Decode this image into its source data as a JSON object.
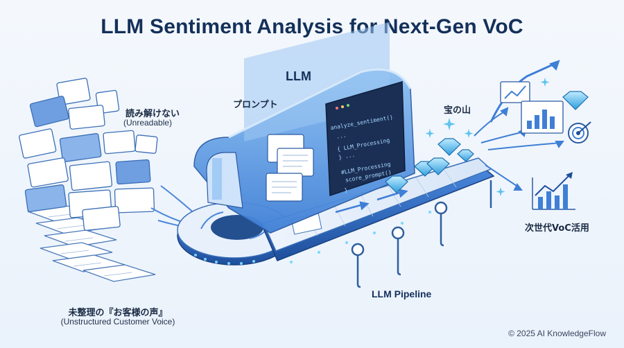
{
  "title": "LLM Sentiment Analysis for Next-Gen VoC",
  "labels": {
    "unreadable_jp": "読み解けない",
    "unreadable_en": "(Unreadable)",
    "prompt_jp": "プロンプト",
    "llm": "LLM",
    "treasure_jp": "宝の山",
    "nextgen_jp": "次世代VoC活用",
    "pipeline": "LLM Pipeline",
    "voice_jp": "未整理の『お客様の声』",
    "voice_en": "(Unstructured Customer Voice)"
  },
  "code_lines": [
    "analyze_sentiment()",
    "...",
    "{  LLM_Processing",
    "}  ...",
    "#LLM_Processing",
    "score_prompt()",
    "}"
  ],
  "footer": "© 2025 AI KnowledgeFlow",
  "colors": {
    "title": "#14305a",
    "machine_blue": "#3f7fd6",
    "machine_dark": "#1e4f9c",
    "screen": "#1b2f55",
    "diamond": "#5fc4ee"
  }
}
